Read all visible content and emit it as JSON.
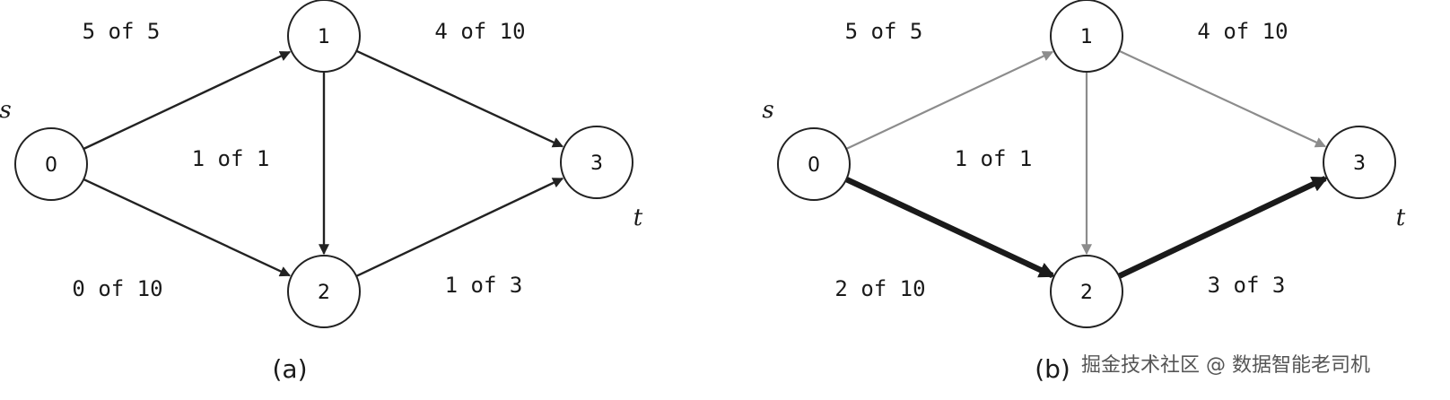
{
  "panels": [
    {
      "id": "a",
      "caption": "(a)",
      "source_label": "s",
      "sink_label": "t",
      "nodes": [
        "0",
        "1",
        "2",
        "3"
      ],
      "edges": [
        {
          "from": "0",
          "to": "1",
          "label": "5 of 5",
          "style": "normal"
        },
        {
          "from": "1",
          "to": "3",
          "label": "4 of 10",
          "style": "normal"
        },
        {
          "from": "1",
          "to": "2",
          "label": "1 of 1",
          "style": "normal"
        },
        {
          "from": "0",
          "to": "2",
          "label": "0 of 10",
          "style": "normal"
        },
        {
          "from": "2",
          "to": "3",
          "label": "1 of 3",
          "style": "normal"
        }
      ]
    },
    {
      "id": "b",
      "caption": "(b)",
      "source_label": "s",
      "sink_label": "t",
      "nodes": [
        "0",
        "1",
        "2",
        "3"
      ],
      "edges": [
        {
          "from": "0",
          "to": "1",
          "label": "5 of 5",
          "style": "faded"
        },
        {
          "from": "1",
          "to": "3",
          "label": "4 of 10",
          "style": "faded"
        },
        {
          "from": "1",
          "to": "2",
          "label": "1 of 1",
          "style": "faded"
        },
        {
          "from": "0",
          "to": "2",
          "label": "2 of 10",
          "style": "bold"
        },
        {
          "from": "2",
          "to": "3",
          "label": "3 of 3",
          "style": "bold"
        }
      ]
    }
  ],
  "watermark": "掘金技术社区 @ 数据智能老司机",
  "colors": {
    "normal_edge": "#222222",
    "faded_edge": "#8c8c8c",
    "bold_edge": "#1a1a1a"
  }
}
